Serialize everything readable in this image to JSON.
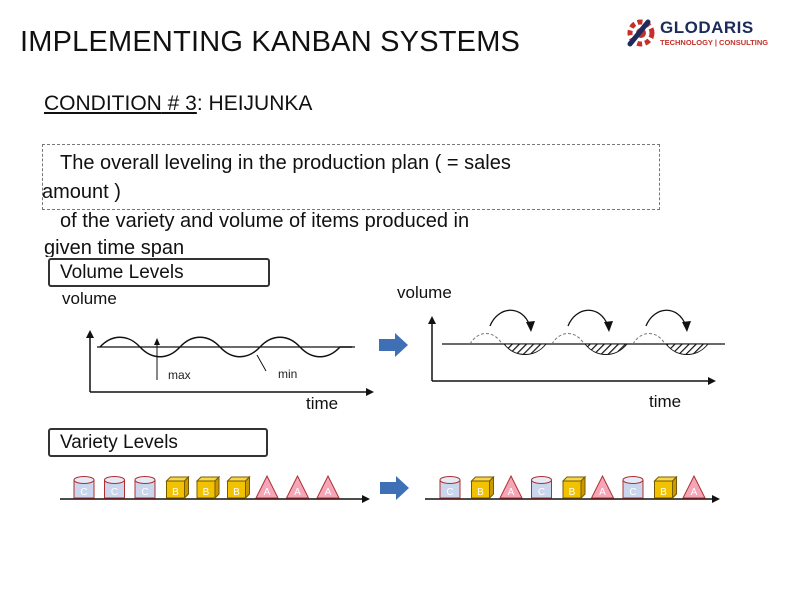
{
  "header": {
    "title": "IMPLEMENTING KANBAN SYSTEMS",
    "logo_name": "GLODARIS",
    "logo_tagline": "TECHNOLOGY | CONSULTING"
  },
  "condition": {
    "prefix": "CONDITION",
    "number": " # 3",
    "rest": ": HEIJUNKA"
  },
  "definition": {
    "line1": "The overall leveling in the production plan ( = sales",
    "line2": "amount )",
    "line3": "of the variety and volume of items produced in",
    "line4": "given time span"
  },
  "volume_levels": {
    "heading": "Volume Levels",
    "left_ylabel": "volume",
    "left_xlabel": "time",
    "max_label": "max",
    "min_label": "min",
    "right_ylabel": "volume",
    "right_xlabel": "time"
  },
  "variety_levels": {
    "heading": "Variety Levels",
    "before_sequence": [
      "C",
      "C",
      "C",
      "B",
      "B",
      "B",
      "A",
      "A",
      "A"
    ],
    "after_sequence": [
      "C",
      "B",
      "A",
      "C",
      "B",
      "A",
      "C",
      "B",
      "A"
    ]
  },
  "colors": {
    "cylinder": "#c9d6ee",
    "box": "#f2c200",
    "triangle": "#f4a6b8",
    "arrow": "#3f6fb5"
  }
}
